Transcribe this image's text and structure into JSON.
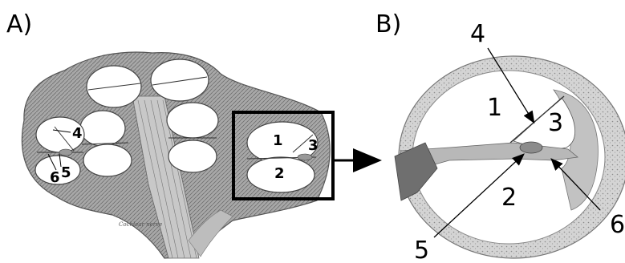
{
  "panels": {
    "a": {
      "label": "A)"
    },
    "b": {
      "label": "B)"
    }
  },
  "panel_a_labels": {
    "n1": "1",
    "n2": "2",
    "n3": "3",
    "n4": "4",
    "n5": "5",
    "n6": "6",
    "caption": "Cochlear nerve"
  },
  "panel_b_labels": {
    "n1": "1",
    "n2": "2",
    "n3": "3",
    "n4": "4",
    "n5": "5",
    "n6": "6"
  },
  "colors": {
    "ink": "#000000",
    "bone": "#bfbfbf",
    "bone_dark": "#8f8f8f",
    "tissue": "#9a9a9a",
    "cavity": "#ffffff"
  }
}
